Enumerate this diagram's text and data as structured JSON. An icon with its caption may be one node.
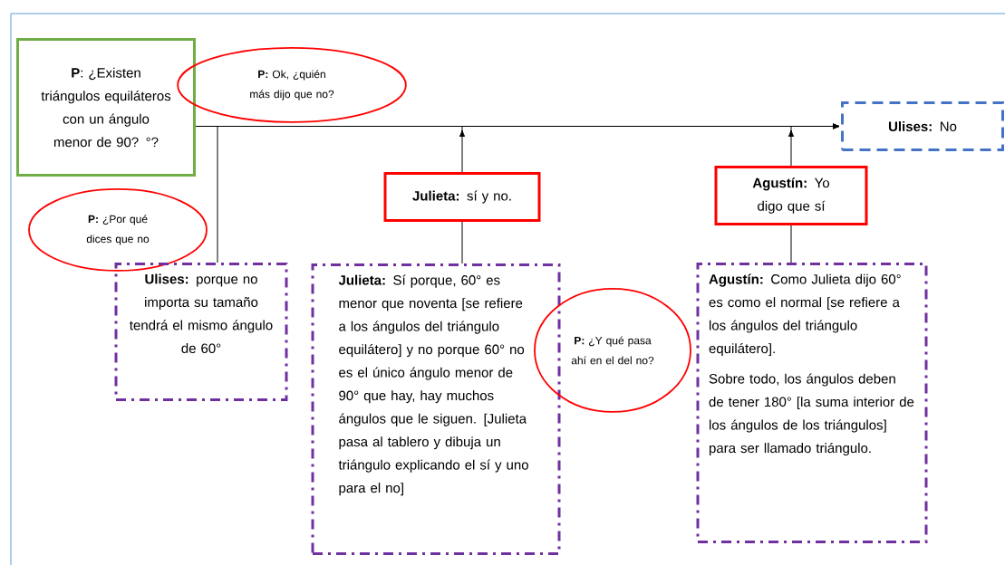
{
  "diagram": {
    "nodes": [
      {
        "text": [
          "**P**: ¿Existen triángulos equiláteros con un ángulo menor de 90? °?"
        ]
      },
      {
        "text": [
          "**P:** Ok, ¿quién más dijo que no?"
        ]
      },
      {
        "text": [
          "**Ulises:** No"
        ]
      },
      {
        "text": [
          "**P:** ¿Por qué dices que no"
        ]
      },
      {
        "text": [
          "**Julieta:** sí y no."
        ]
      },
      {
        "text": [
          "**Agustín:** Yo digo que sí"
        ]
      },
      {
        "text": [
          "**Ulises:** porque no importa su tamaño tendrá el mismo ángulo de 60°"
        ]
      },
      {
        "text": [
          "**Julieta:** Sí porque, 60° es menor que noventa [se refiere a los ángulos del triángulo equilátero] y no porque 60° no es el único ángulo menor de 90° que hay, hay muchos ángulos que le siguen. [Julieta pasa al tablero y dibuja un triángulo explicando el sí y uno para el no]"
        ]
      },
      {
        "text": [
          "**P:** ¿Y qué pasa ahí en el del no?"
        ]
      },
      {
        "text": [
          "**Agustín:** Como Julieta dijo 60° es como el normal [se refiere a los ángulos del triángulo equilátero].",
          "Sobre todo, los ángulos deben de tener 180° [la suma interior de los ángulos de los triángulos] para ser llamado triángulo."
        ]
      }
    ],
    "edges": [
      {
        "from": 0,
        "to": 2,
        "arrow": "to"
      },
      {
        "from": 0,
        "to": 6,
        "arrow": "none"
      },
      {
        "from": 4,
        "to": 2,
        "arrow": "to"
      },
      {
        "from": 5,
        "to": 2,
        "arrow": "to"
      },
      {
        "from": 7,
        "to": 4,
        "arrow": "none"
      },
      {
        "from": 9,
        "to": 5,
        "arrow": "none"
      }
    ]
  }
}
